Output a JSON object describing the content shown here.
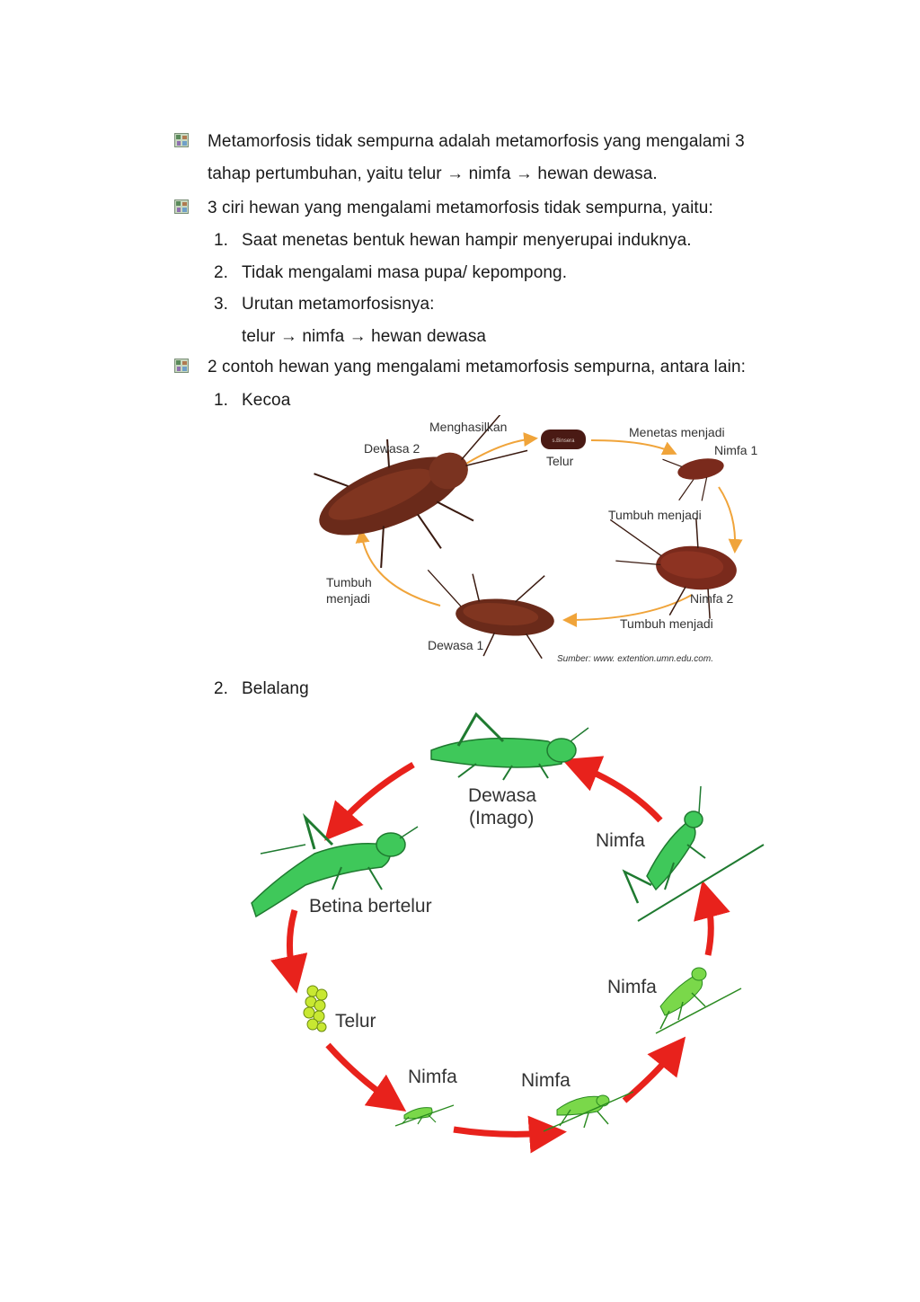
{
  "paragraphs": {
    "p1_line1": "Metamorfosis tidak sempurna adalah metamorfosis yang mengalami 3",
    "p1_line2": "tahap pertumbuhan,  yaitu telur → nimfa → hewan dewasa.",
    "p2": "3 ciri hewan yang mengalami metamorfosis tidak sempurna, yaitu:",
    "p3": "2 contoh hewan yang mengalami metamorfosis sempurna, antara lain:"
  },
  "ciri_list": [
    {
      "num": "1.",
      "text": "Saat menetas bentuk hewan hampir menyerupai induknya."
    },
    {
      "num": "2.",
      "text": "Tidak mengalami masa pupa/ kepompong."
    },
    {
      "num": "3.",
      "text": "Urutan metamorfosisnya:"
    }
  ],
  "urutan_text": "telur → nimfa → hewan dewasa",
  "contoh_list": [
    {
      "num": "1.",
      "text": "Kecoa"
    },
    {
      "num": "2.",
      "text": "Belalang"
    }
  ],
  "kecoa_figure": {
    "labels": {
      "dewasa2": "Dewasa 2",
      "menghasilkan": "Menghasilkan",
      "telur": "Telur",
      "menetas": "Menetas menjadi",
      "nimfa1": "Nimfa 1",
      "tumbuh_right": "Tumbuh menjadi",
      "nimfa2": "Nimfa 2",
      "tumbuh_bottom": "Tumbuh menjadi",
      "dewasa1": "Dewasa 1",
      "tumbuh_left_1": "Tumbuh",
      "tumbuh_left_2": "menjadi",
      "sumber": "Sumber: www. extention.umn.edu.com."
    },
    "egg_text": "s.Binsera",
    "arrow_color": "#f0a43a",
    "body_color": "#6a2a1a"
  },
  "belalang_figure": {
    "labels": {
      "dewasa_1": "Dewasa",
      "dewasa_2": "(Imago)",
      "betina": "Betina bertelur",
      "telur": "Telur",
      "nimfa_a": "Nimfa",
      "nimfa_b": "Nimfa",
      "nimfa_c": "Nimfa",
      "nimfa_d": "Nimfa"
    },
    "arrow_color": "#e8221c",
    "body_color": "#3fc85a"
  }
}
